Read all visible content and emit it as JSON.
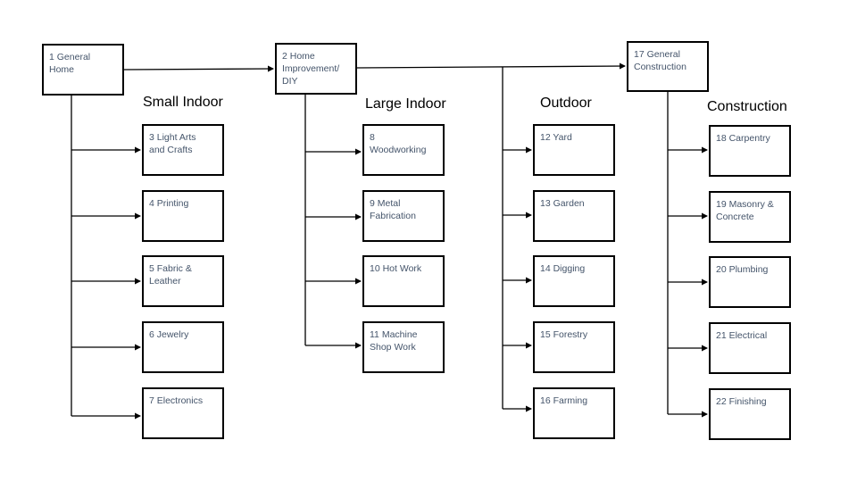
{
  "diagram": {
    "colors": {
      "box_border": "#000000",
      "box_text": "#44546a",
      "heading_text": "#000000",
      "connector": "#000000"
    },
    "top_nodes": [
      {
        "id": "n1",
        "label": "1 General\nHome"
      },
      {
        "id": "n2",
        "label": "2 Home\nImprovement/\nDIY"
      },
      {
        "id": "n17",
        "label": "17 General\nConstruction"
      }
    ],
    "groups": [
      {
        "heading": "Small Indoor",
        "parent": "n1",
        "items": [
          {
            "id": "n3",
            "label": "3 Light Arts\nand Crafts"
          },
          {
            "id": "n4",
            "label": "4 Printing"
          },
          {
            "id": "n5",
            "label": "5 Fabric &\nLeather"
          },
          {
            "id": "n6",
            "label": "6 Jewelry"
          },
          {
            "id": "n7",
            "label": "7 Electronics"
          }
        ]
      },
      {
        "heading": "Large Indoor",
        "parent": "n2",
        "items": [
          {
            "id": "n8",
            "label": "8\nWoodworking"
          },
          {
            "id": "n9",
            "label": "9 Metal\nFabrication"
          },
          {
            "id": "n10",
            "label": "10 Hot Work"
          },
          {
            "id": "n11",
            "label": "11 Machine\nShop Work"
          }
        ]
      },
      {
        "heading": "Outdoor",
        "parent": "n2",
        "items": [
          {
            "id": "n12",
            "label": "12 Yard"
          },
          {
            "id": "n13",
            "label": "13 Garden"
          },
          {
            "id": "n14",
            "label": "14 Digging"
          },
          {
            "id": "n15",
            "label": "15 Forestry"
          },
          {
            "id": "n16",
            "label": "16 Farming"
          }
        ]
      },
      {
        "heading": "Construction",
        "parent": "n17",
        "items": [
          {
            "id": "n18",
            "label": "18 Carpentry"
          },
          {
            "id": "n19",
            "label": "19 Masonry &\nConcrete"
          },
          {
            "id": "n20",
            "label": "20 Plumbing"
          },
          {
            "id": "n21",
            "label": "21 Electrical"
          },
          {
            "id": "n22",
            "label": "22 Finishing"
          }
        ]
      }
    ]
  }
}
